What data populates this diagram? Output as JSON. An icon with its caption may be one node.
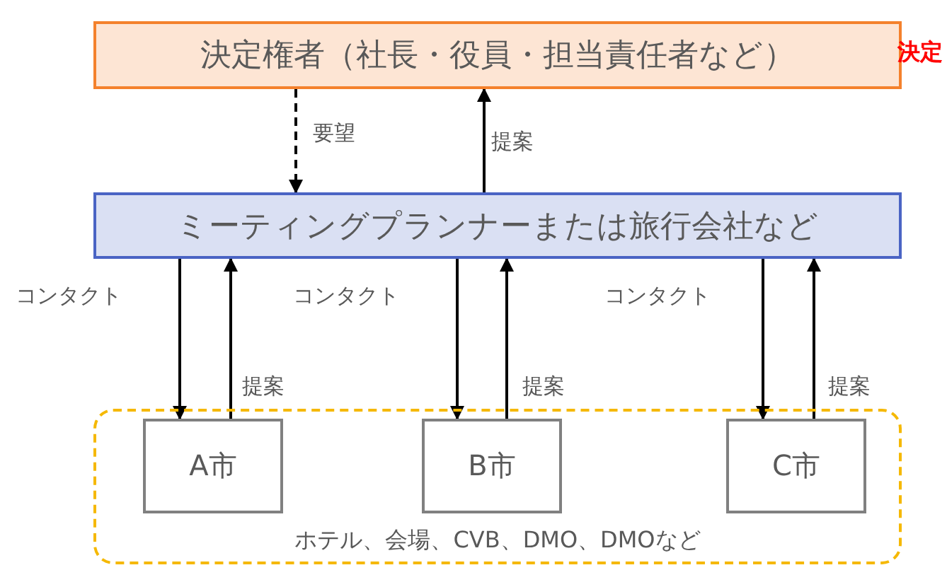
{
  "diagram": {
    "nodes": [
      {
        "text": [
          "決定権者（社長・役員・担当責任者など）"
        ],
        "beside": [
          "決定"
        ]
      },
      {
        "text": [
          "ミーティングプランナーまたは旅行会社など"
        ]
      },
      {
        "text": [
          "ホテル、会場、CVB、DMO、DMOなど"
        ]
      },
      {
        "text": [
          "A市"
        ],
        "in": 2
      },
      {
        "text": [
          "B市"
        ],
        "in": 2
      },
      {
        "text": [
          "C市"
        ],
        "in": 2
      }
    ],
    "edges": [
      {
        "from": 0,
        "to": 1,
        "arrow": "to",
        "style": "dashed",
        "label": "要望"
      },
      {
        "from": 1,
        "to": 0,
        "arrow": "to",
        "label": "提案"
      },
      {
        "from": 1,
        "to": 3,
        "arrow": "to",
        "label": "コンタクト"
      },
      {
        "from": 3,
        "to": 1,
        "arrow": "to",
        "label": "提案"
      },
      {
        "from": 1,
        "to": 4,
        "arrow": "to",
        "label": "コンタクト"
      },
      {
        "from": 4,
        "to": 1,
        "arrow": "to",
        "label": "提案"
      },
      {
        "from": 1,
        "to": 5,
        "arrow": "to",
        "label": "コンタクト"
      },
      {
        "from": 5,
        "to": 1,
        "arrow": "to",
        "label": "提案"
      }
    ]
  }
}
